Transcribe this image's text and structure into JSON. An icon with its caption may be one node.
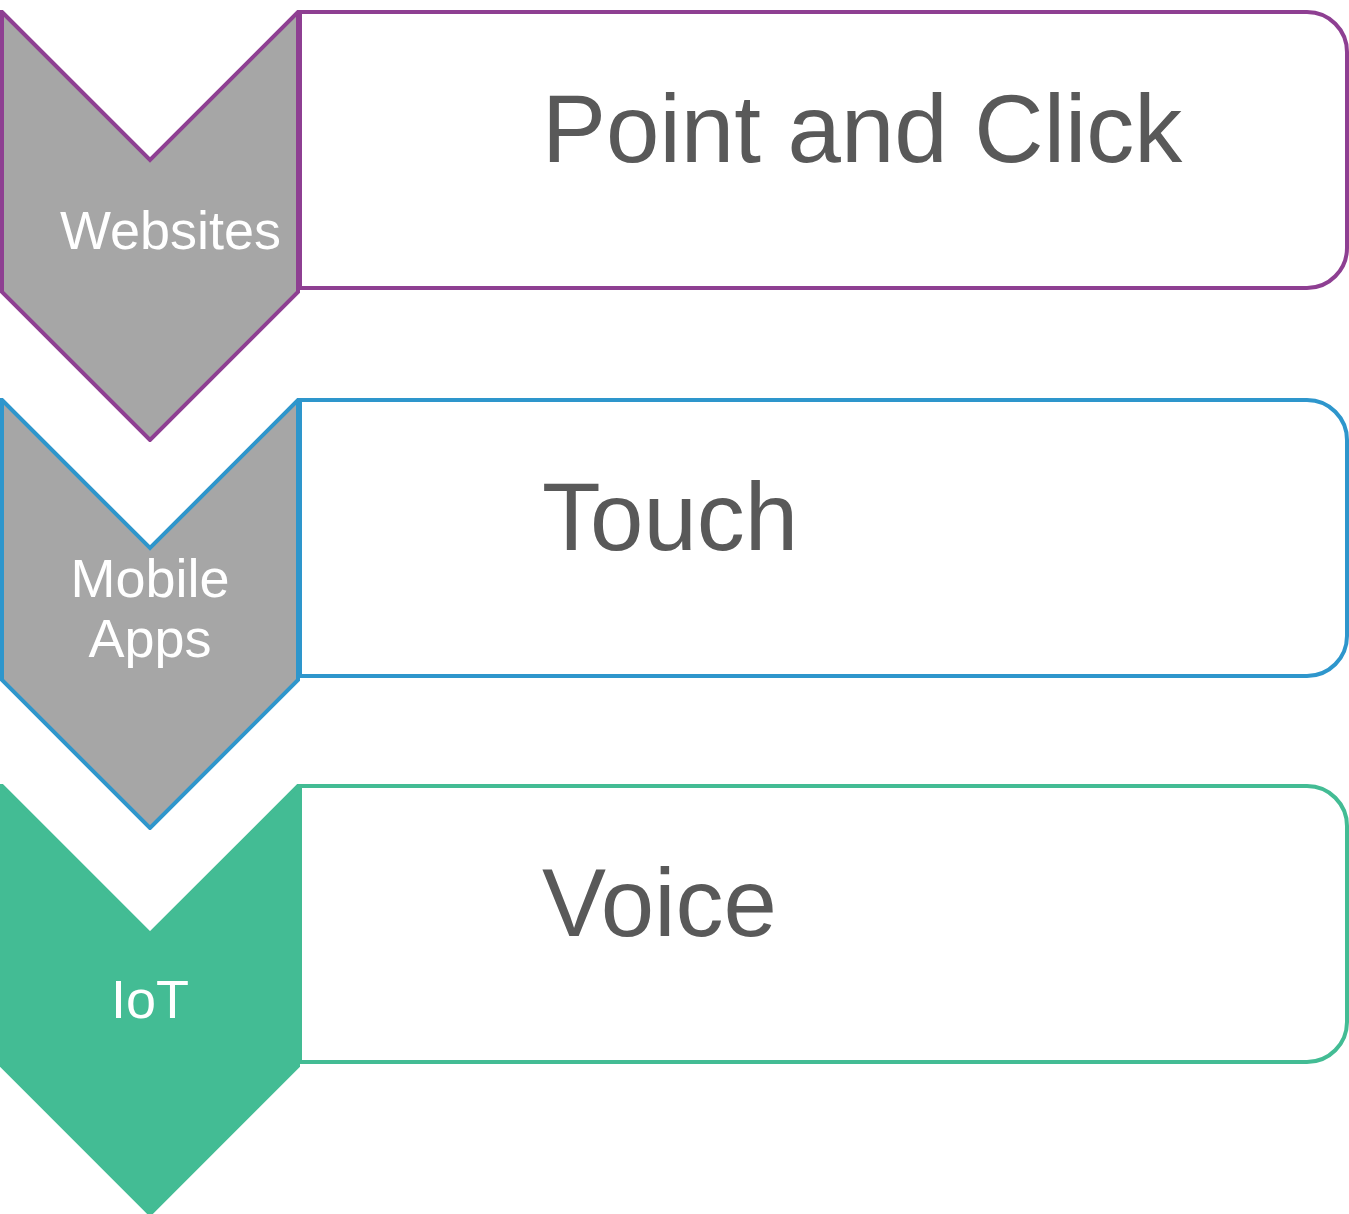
{
  "diagram": {
    "nodes": [
      {
        "text": [
          "Websites"
        ]
      },
      {
        "text": [
          "Point and Click"
        ]
      },
      {
        "text": [
          "Mobile Apps"
        ]
      },
      {
        "text": [
          "Touch"
        ]
      },
      {
        "text": [
          "IoT"
        ]
      },
      {
        "text": [
          "Voice"
        ]
      }
    ]
  }
}
